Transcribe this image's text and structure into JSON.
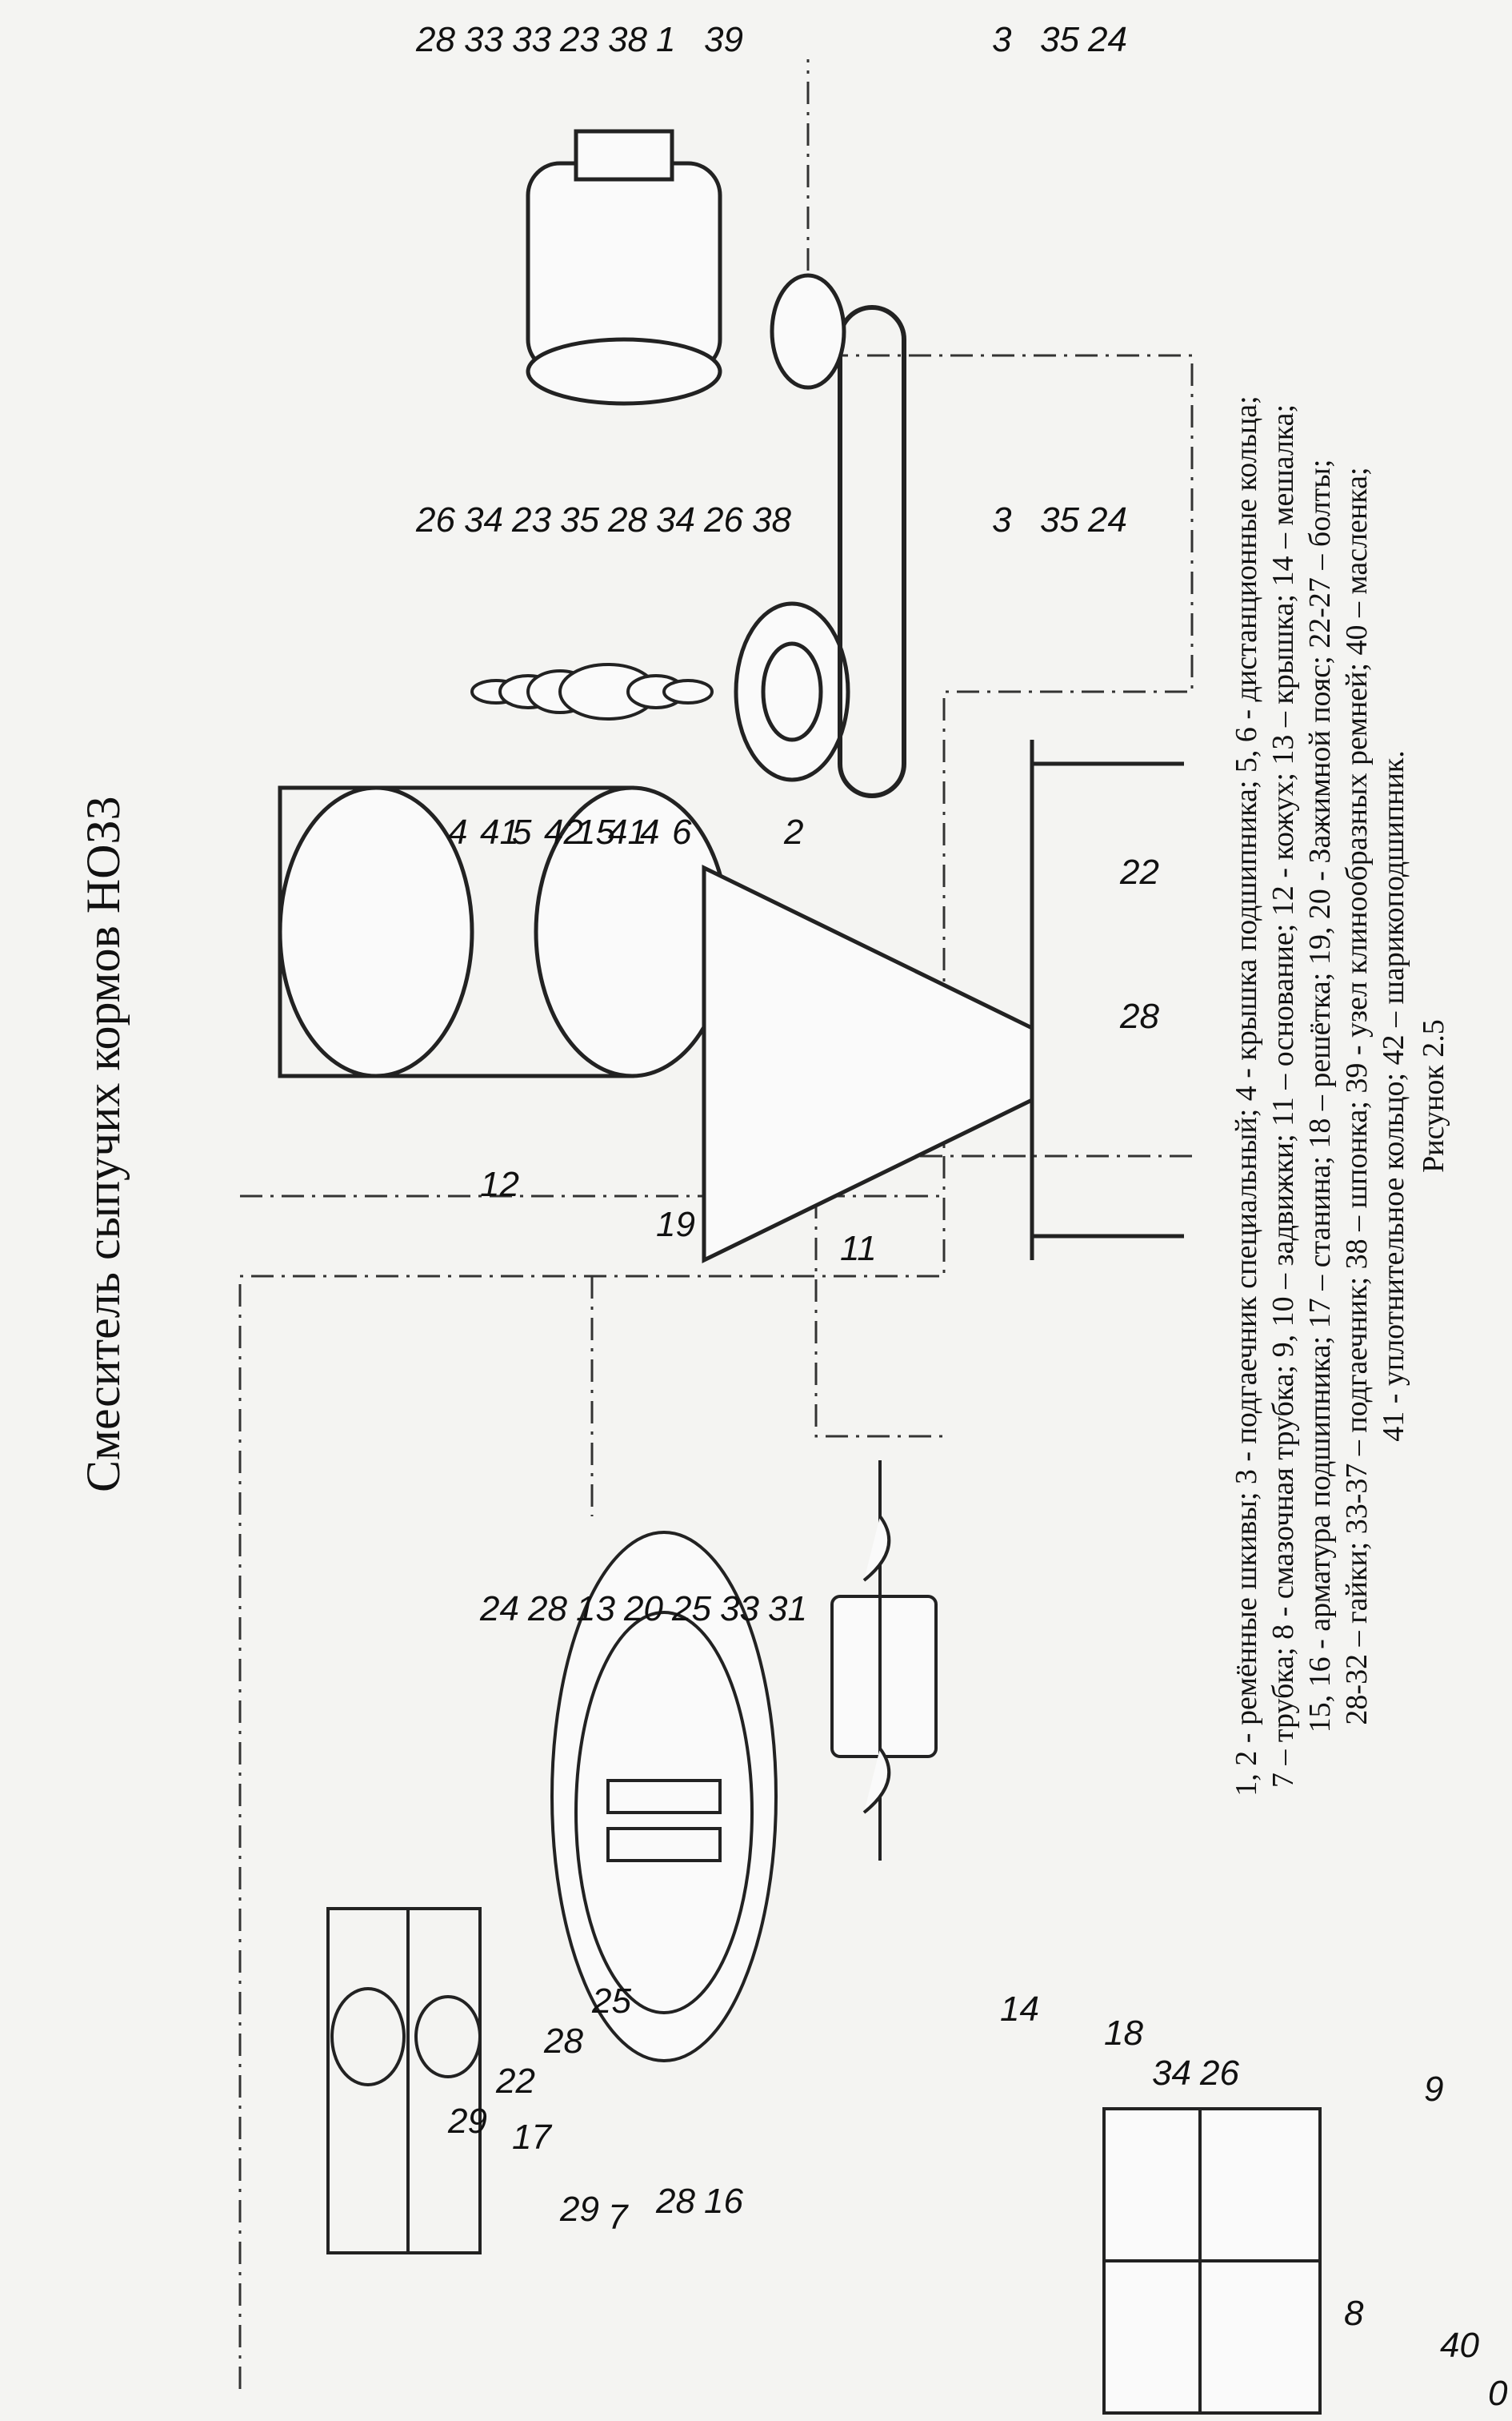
{
  "title": "Смеситель сыпучих кормов НОЗ3",
  "caption_lines": [
    "1, 2 - ремённые шкивы; 3 - подгаечник специальный; 4 - крышка подшипника; 5, 6 - дистанционные кольца;",
    "7 – трубка; 8 - смазочная трубка; 9, 10 – задвижки; 11 – основание; 12 -  кожух; 13 – крышка; 14 – мешалка;",
    "15, 16 - арматура подшипника; 17 – станина; 18 – решётка; 19, 20 - Зажимной пояс; 22-27 – болты;",
    "28-32 – гайки; 33-37 – подгаечник; 38 – шпонка; 39 - узел клинообразных ремней; 40 – масленка;",
    "41 - уплотнительное кольцо; 42 – шарикоподшипник."
  ],
  "figure_label": "Рисунок 2.5",
  "part_labels": {
    "frame_group": [
      "17",
      "29",
      "7",
      "28",
      "16",
      "29",
      "22",
      "28",
      "25",
      "24",
      "28",
      "13",
      "20",
      "25",
      "33",
      "31",
      "14"
    ],
    "casing_group": [
      "12",
      "19",
      "11",
      "22",
      "28"
    ],
    "bearing_group": [
      "4",
      "41",
      "5",
      "42",
      "15",
      "41",
      "4",
      "6",
      "2",
      "26",
      "34",
      "23",
      "35",
      "28",
      "34",
      "26",
      "38",
      "3",
      "35",
      "24"
    ],
    "motor_group": [
      "28",
      "33",
      "33",
      "23",
      "38",
      "1",
      "39",
      "3",
      "35",
      "24"
    ],
    "lower_left_group": [
      "18",
      "34",
      "26",
      "9",
      "8",
      "40",
      "0"
    ]
  }
}
